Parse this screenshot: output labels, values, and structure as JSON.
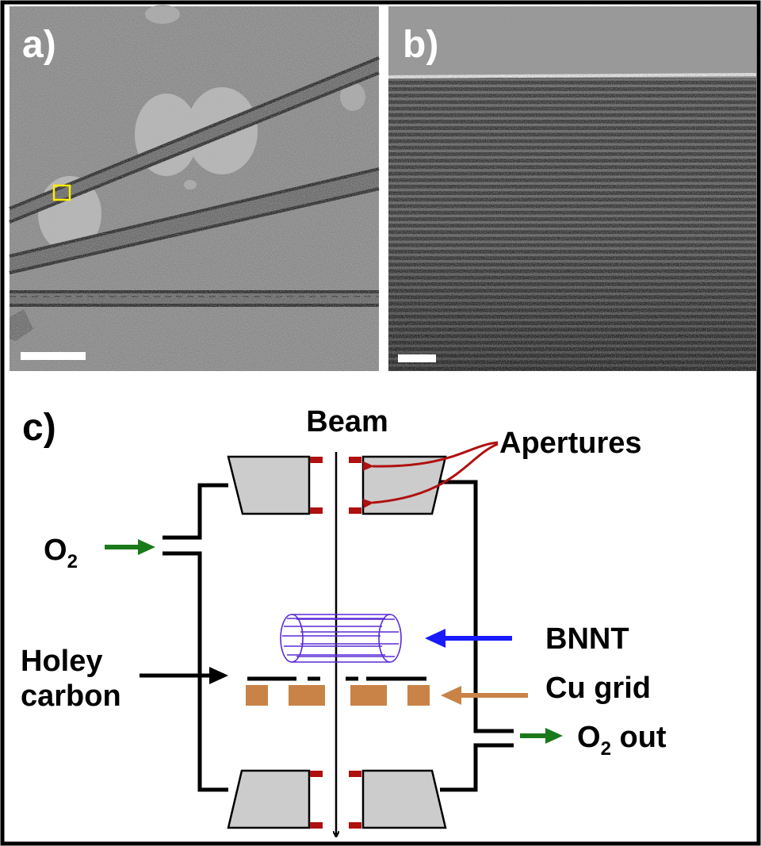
{
  "panels": {
    "a": {
      "letter": "a)"
    },
    "b": {
      "letter": "b)"
    },
    "c": {
      "letter": "c)"
    }
  },
  "diagram": {
    "beam": "Beam",
    "apertures": "Apertures",
    "o2_in": "O",
    "o2_in_sub": "2",
    "o2_out_o": "O",
    "o2_out_sub": "2",
    "o2_out_rest": " out",
    "bnnt": "BNNT",
    "cu_grid": "Cu grid",
    "holey_line1": "Holey",
    "holey_line2": "carbon"
  },
  "colors": {
    "aperture_red": "#b01010",
    "gas_green": "#1a7a1a",
    "bnnt_blue": "#1a1aff",
    "bnnt_tube": "#5b2bd6",
    "cu_orange": "#c98347",
    "pole_gray": "#cccccc",
    "roi_yellow": "#ffee00"
  }
}
